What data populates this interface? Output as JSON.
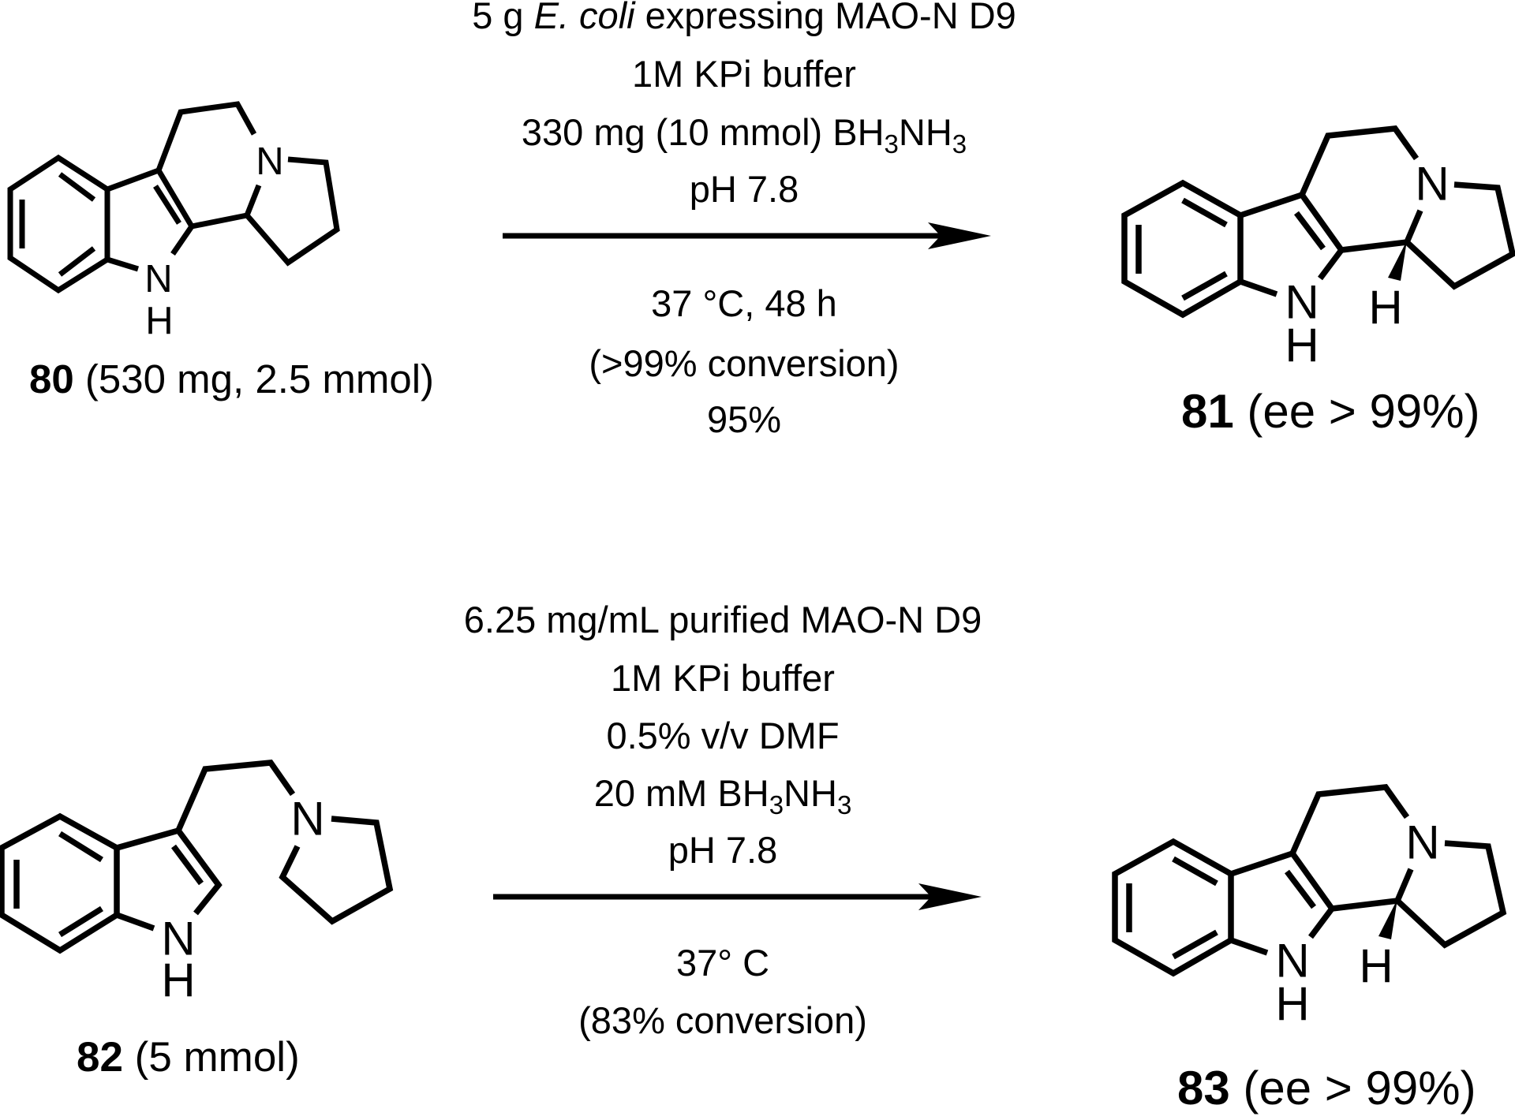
{
  "atom_labels": {
    "nitrogen": "N",
    "hydrogen": "H"
  },
  "reaction1": {
    "above": {
      "l1_pre": "5 g ",
      "l1_italic": "E. coli",
      "l1_post": " expressing MAO-N D9",
      "l2": "1M KPi buffer",
      "l3_pre": "330 mg (10 mmol) BH",
      "l3_sub1": "3",
      "l3_mid": "NH",
      "l3_sub2": "3",
      "l4": "pH 7.8"
    },
    "below": [
      "37 °C, 48 h",
      "(>99% conversion)",
      "95%"
    ],
    "reactant": {
      "id": "80",
      "detail": " (530 mg, 2.5 mmol)"
    },
    "product": {
      "id": "81",
      "detail": " (ee > 99%)"
    }
  },
  "reaction2": {
    "above": {
      "l1": "6.25 mg/mL purified MAO-N D9",
      "l2": "1M KPi buffer",
      "l3": "0.5% v/v DMF",
      "l4_pre": "20 mM BH",
      "l4_sub1": "3",
      "l4_mid": "NH",
      "l4_sub2": "3",
      "l5": "pH 7.8"
    },
    "below": [
      "37° C",
      "(83% conversion)"
    ],
    "reactant": {
      "id": "82",
      "detail": " (5 mmol)"
    },
    "product": {
      "id": "83",
      "detail": " (ee > 99%)"
    }
  }
}
